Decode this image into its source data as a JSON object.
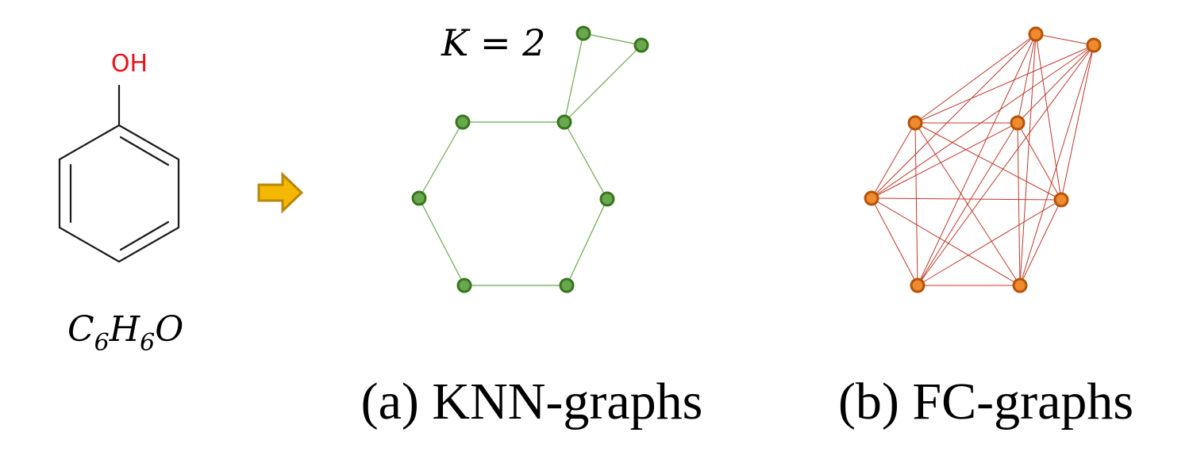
{
  "molecule": {
    "substituent_label": "OH",
    "formula": {
      "c": "C",
      "c_count": "6",
      "h": "H",
      "h_count": "6",
      "o": "O"
    }
  },
  "arrow": {
    "color": "#f5b800",
    "outline": "#b8860b"
  },
  "knn_graph": {
    "k_label": "K = 2",
    "caption": "(a) KNN-graphs",
    "node_color": "#6aa84f",
    "edge_color": "#6aa84f",
    "node_count": 8,
    "edges": [
      [
        0,
        1
      ],
      [
        1,
        2
      ],
      [
        2,
        3
      ],
      [
        3,
        4
      ],
      [
        4,
        5
      ],
      [
        5,
        0
      ],
      [
        0,
        6
      ],
      [
        6,
        7
      ],
      [
        7,
        0
      ]
    ]
  },
  "fc_graph": {
    "caption": "(b) FC-graphs",
    "node_color": "#f08a2e",
    "edge_color": "#c0392b",
    "node_count": 8,
    "fully_connected": true
  }
}
